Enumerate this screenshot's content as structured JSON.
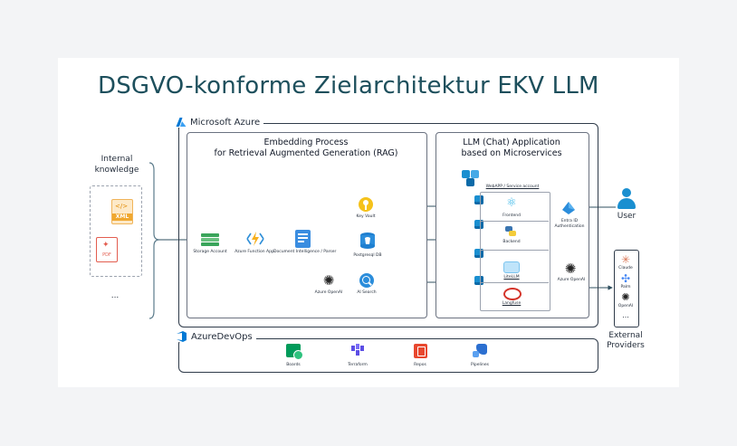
{
  "title": "DSGVO-konforme Zielarchitektur EKV LLM",
  "azure": {
    "label": "Microsoft Azure"
  },
  "devops": {
    "label": "AzureDevOps",
    "items": [
      "Boards",
      "Terraform",
      "Repos",
      "Pipelines"
    ]
  },
  "internal": {
    "label_line1": "Internal",
    "label_line2": "knowledge",
    "file1": "XML",
    "file2": "PDF",
    "more": "..."
  },
  "embedding": {
    "header_line1": "Embedding Process",
    "header_line2": "for Retrieval Augmented Generation (RAG)",
    "storage": "Storage Account",
    "function": "Azure Function App",
    "doc_intel": "Document Intelligence / Parser",
    "key_vault": "Key Vault",
    "postgres": "Postgresql DB",
    "openai": "Azure OpenAI",
    "ai_search": "AI Search"
  },
  "llm_app": {
    "header_line1": "LLM (Chat) Application",
    "header_line2": "based on Microservices",
    "webapp": "WebAPP / Service account",
    "frontend": "Frontend",
    "backend": "Backend",
    "lite_llm": "LiteLLM",
    "langfuse": "Langfuse"
  },
  "entra": {
    "line1": "Entra ID",
    "line2": "Authentication"
  },
  "azure_openai_right": "Azure OpenAI",
  "user": "User",
  "external": {
    "items": [
      "Claude",
      "Palm",
      "OpenAI"
    ],
    "more": "...",
    "label_line1": "External",
    "label_line2": "Providers"
  },
  "colors": {
    "title": "#1d4f5c",
    "azure_blue": "#0078d4",
    "line": "#2f4f5f"
  }
}
